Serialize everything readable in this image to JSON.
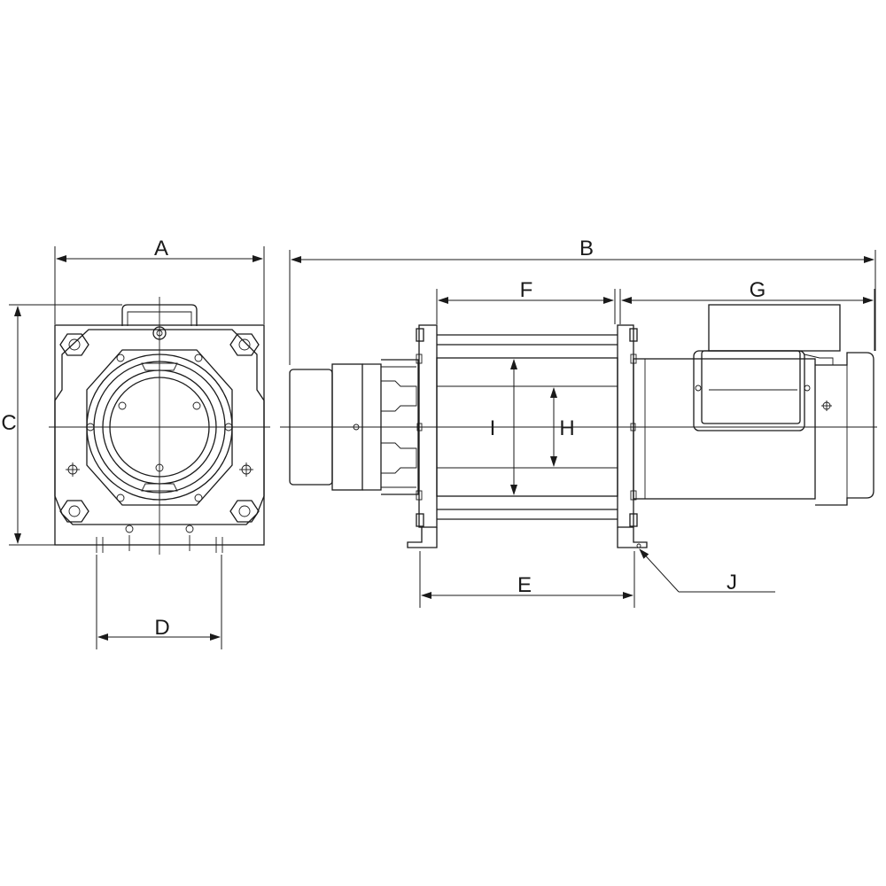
{
  "dimension_labels": {
    "A": "A",
    "B": "B",
    "C": "C",
    "D": "D",
    "E": "E",
    "F": "F",
    "G": "G",
    "H": "H",
    "I": "I",
    "J": "J"
  }
}
